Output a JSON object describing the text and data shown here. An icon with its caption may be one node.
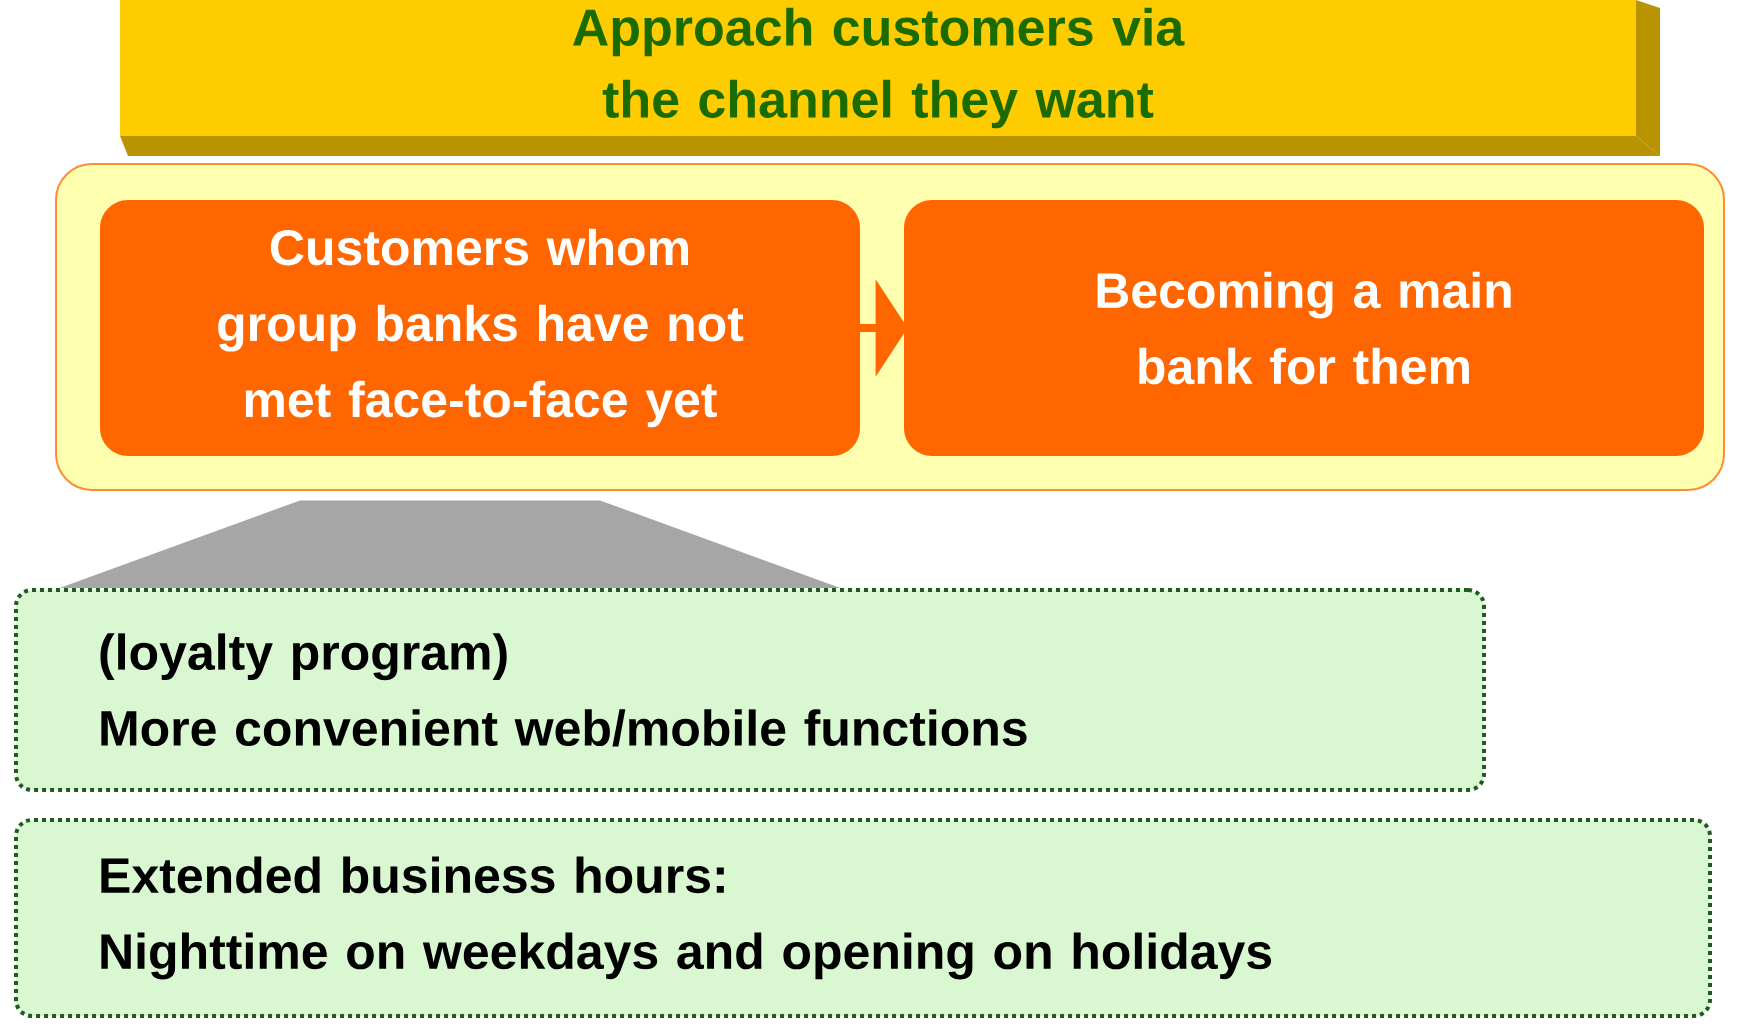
{
  "diagram": {
    "nodes": [
      {
        "text": [
          "Approach customers via the channel they want"
        ]
      },
      {
        "text": [],
        "shape": "box"
      },
      {
        "text": [
          "Customers whom group banks have not met face-to-face yet"
        ],
        "in": 1
      },
      {
        "text": [
          "Becoming a main bank for them"
        ],
        "in": 1
      },
      {
        "text": [
          "(loyalty program)",
          "More convenient web/mobile functions"
        ]
      },
      {
        "text": [
          "Extended business hours:",
          "Nighttime on weekdays and opening on holidays"
        ]
      }
    ],
    "edges": [
      {
        "from": 2,
        "to": 3,
        "arrow": "to"
      },
      {
        "from": 2,
        "to": 4,
        "arrow": "none"
      }
    ]
  }
}
